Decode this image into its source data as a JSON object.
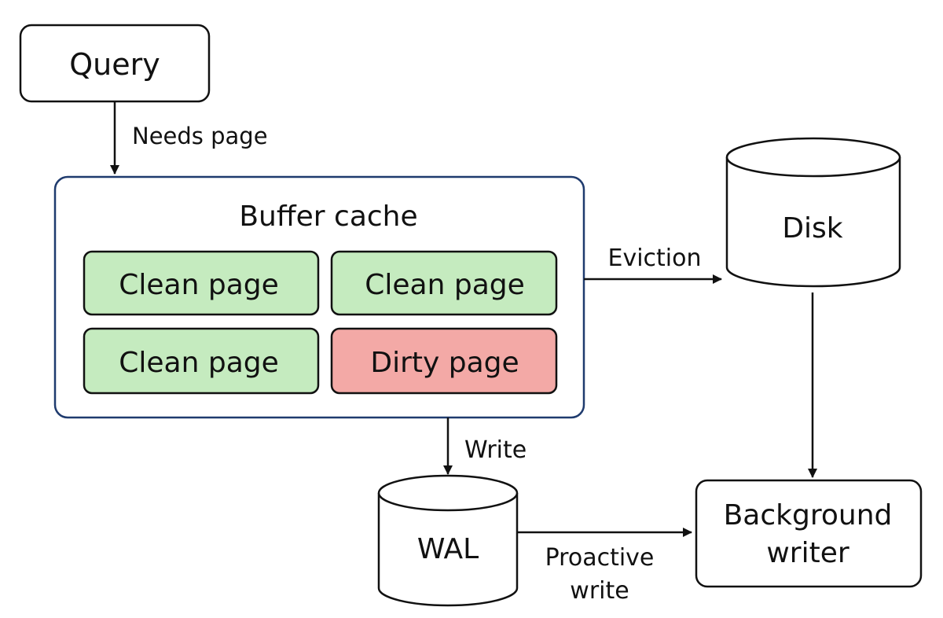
{
  "nodes": {
    "query": "Query",
    "buffer_cache": "Buffer cache",
    "pages": [
      "Clean page",
      "Clean page",
      "Clean page",
      "Dirty page"
    ],
    "disk": "Disk",
    "wal": "WAL",
    "background_writer": [
      "Background",
      "writer"
    ]
  },
  "edges": {
    "needs_page": "Needs page",
    "eviction": "Eviction",
    "write": "Write",
    "proactive_write": [
      "Proactive",
      "write"
    ]
  },
  "colors": {
    "clean_page_fill": "#c5ebbf",
    "dirty_page_fill": "#f3a9a6",
    "buffer_cache_border": "#1f3b6e",
    "stroke": "#111111"
  }
}
